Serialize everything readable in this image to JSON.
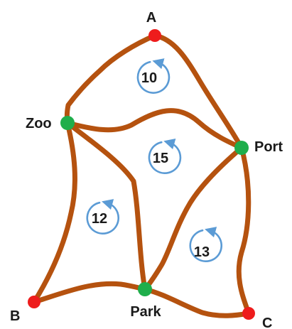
{
  "colors": {
    "road": "#b5520f",
    "terminal_node": "#ee1c1c",
    "hub_node": "#1fae4b",
    "cycle_arrow": "#5b9bd5"
  },
  "nodes": {
    "a": {
      "label": "A",
      "kind": "terminal"
    },
    "b": {
      "label": "B",
      "kind": "terminal"
    },
    "c": {
      "label": "C",
      "kind": "terminal"
    },
    "zoo": {
      "label": "Zoo",
      "kind": "hub"
    },
    "port": {
      "label": "Port",
      "kind": "hub"
    },
    "park": {
      "label": "Park",
      "kind": "hub"
    }
  },
  "edges": [
    {
      "from": "A",
      "to": "Zoo"
    },
    {
      "from": "A",
      "to": "Port"
    },
    {
      "from": "Zoo",
      "to": "Port"
    },
    {
      "from": "Zoo",
      "to": "B"
    },
    {
      "from": "Zoo",
      "to": "Park"
    },
    {
      "from": "Port",
      "to": "Park"
    },
    {
      "from": "Port",
      "to": "C"
    },
    {
      "from": "B",
      "to": "Park"
    },
    {
      "from": "Park",
      "to": "C"
    }
  ],
  "cycles": {
    "top": {
      "value": "10",
      "icon": "counterclockwise-arrow-icon"
    },
    "middle": {
      "value": "15",
      "icon": "counterclockwise-arrow-icon"
    },
    "left": {
      "value": "12",
      "icon": "counterclockwise-arrow-icon"
    },
    "right": {
      "value": "13",
      "icon": "counterclockwise-arrow-icon"
    }
  }
}
